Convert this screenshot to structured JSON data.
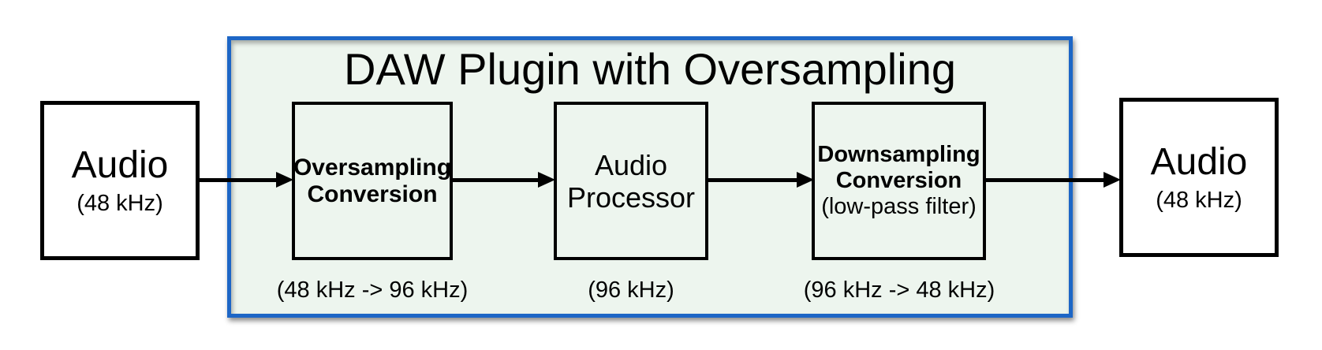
{
  "title": "DAW Plugin with Oversampling",
  "source": {
    "label": "Audio",
    "sublabel": "(48 kHz)"
  },
  "sink": {
    "label": "Audio",
    "sublabel": "(48 kHz)"
  },
  "stages": [
    {
      "id": "oversampling-conversion",
      "label_lines": [
        "Oversampling",
        "Conversion"
      ],
      "caption": "(48 kHz -> 96 kHz)"
    },
    {
      "id": "audio-processor",
      "label_lines": [
        "Audio",
        "Processor"
      ],
      "caption": "(96 kHz)"
    },
    {
      "id": "downsampling-conversion",
      "label_lines": [
        "Downsampling",
        "Conversion"
      ],
      "note": "(low-pass filter)",
      "caption": "(96 kHz -> 48 kHz)"
    }
  ],
  "colors": {
    "page_background": "#ffffff",
    "container_border": "#1d66c6",
    "container_fill": "#edf5ee",
    "box_border": "#000000",
    "box_fill": "#ffffff",
    "arrow": "#000000",
    "text": "#000000"
  }
}
